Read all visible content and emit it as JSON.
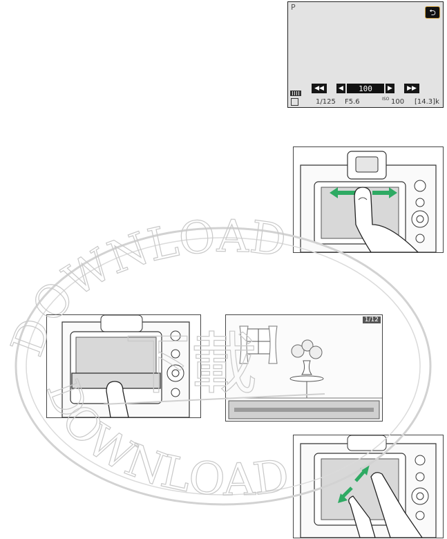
{
  "lcd": {
    "mode": "P",
    "back_icon": "return-icon",
    "rewind_label": "◀◀",
    "prev_label": "◀",
    "value": "100",
    "next_label": "▶",
    "forward_label": "▶▶",
    "status": {
      "shutter": "1/125",
      "aperture": "F5.6",
      "iso_label": "ISO",
      "iso": "100",
      "frames": "[14.3]k"
    }
  },
  "scene": {
    "frame_counter": "1/12"
  },
  "watermark": {
    "top": "DOWNLOAD",
    "middle": "下載",
    "bottom": "DOWNLOAD"
  },
  "colors": {
    "lcd_bg": "#e3e3e3",
    "gesture_arrow": "#2eaa63",
    "back_border": "#d2a13b"
  }
}
